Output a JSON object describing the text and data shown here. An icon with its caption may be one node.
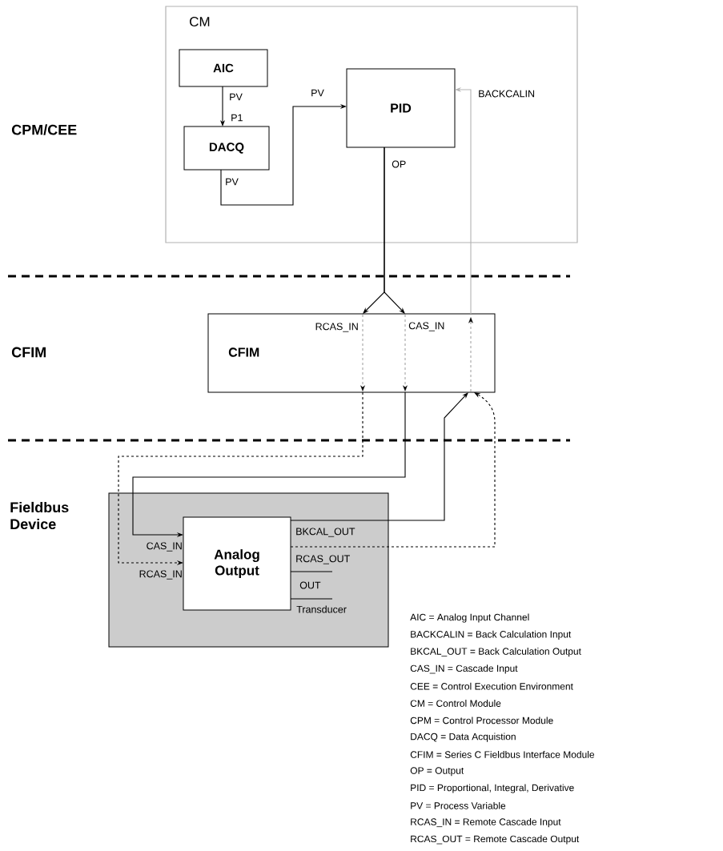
{
  "diagram": {
    "nodes": [
      {
        "text": [
          "CM"
        ]
      },
      {
        "text": [
          "AIC"
        ],
        "in": 0
      },
      {
        "text": [
          "DACQ"
        ],
        "in": 0
      },
      {
        "text": [
          "PID"
        ],
        "in": 0
      },
      {
        "text": [
          "CFIM"
        ]
      },
      {
        "text": [],
        "shape": "box"
      },
      {
        "text": [
          "Analog Output"
        ],
        "in": 5
      }
    ],
    "edges": [
      {
        "from": 1,
        "to": 2,
        "arrow": "to"
      },
      {
        "from": 2,
        "to": 3,
        "arrow": "to"
      },
      {
        "from": 3,
        "to": 4,
        "arrow": "to"
      },
      {
        "from": 3,
        "to": 4,
        "arrow": "to"
      },
      {
        "from": 4,
        "to": 6,
        "arrow": "to"
      },
      {
        "from": 4,
        "to": 6,
        "arrow": "to",
        "style": "dashed"
      },
      {
        "from": 6,
        "to": 4,
        "arrow": "to"
      },
      {
        "from": 6,
        "to": 4,
        "arrow": "to",
        "style": "dashed"
      },
      {
        "from": 4,
        "to": 3,
        "arrow": "to",
        "color": "#b3b3b3"
      }
    ],
    "labels": [
      "CPM/CEE",
      "PV",
      "P1",
      "PV",
      "PV",
      "OP",
      "BACKCALIN",
      "CFIM",
      "RCAS_IN",
      "CAS_IN",
      "Fieldbus Device",
      "BKCAL_OUT",
      "CAS_IN",
      "RCAS_OUT",
      "RCAS_IN",
      "OUT",
      "Transducer",
      "AIC = Analog Input Channel",
      "BACKCALIN = Back Calculation Input",
      "BKCAL_OUT = Back Calculation Output",
      "CAS_IN = Cascade Input",
      "CEE = Control Execution Environment",
      "CM = Control Module",
      "CPM = Control Processor Module",
      "DACQ = Data Acquistion",
      "CFIM = Series C Fieldbus Interface Module",
      "OP = Output",
      "PID = Proportional, Integral, Derivative",
      "PV = Process Variable",
      "RCAS_IN = Remote Cascade Input",
      "RCAS_OUT = Remote Cascade Output"
    ]
  }
}
